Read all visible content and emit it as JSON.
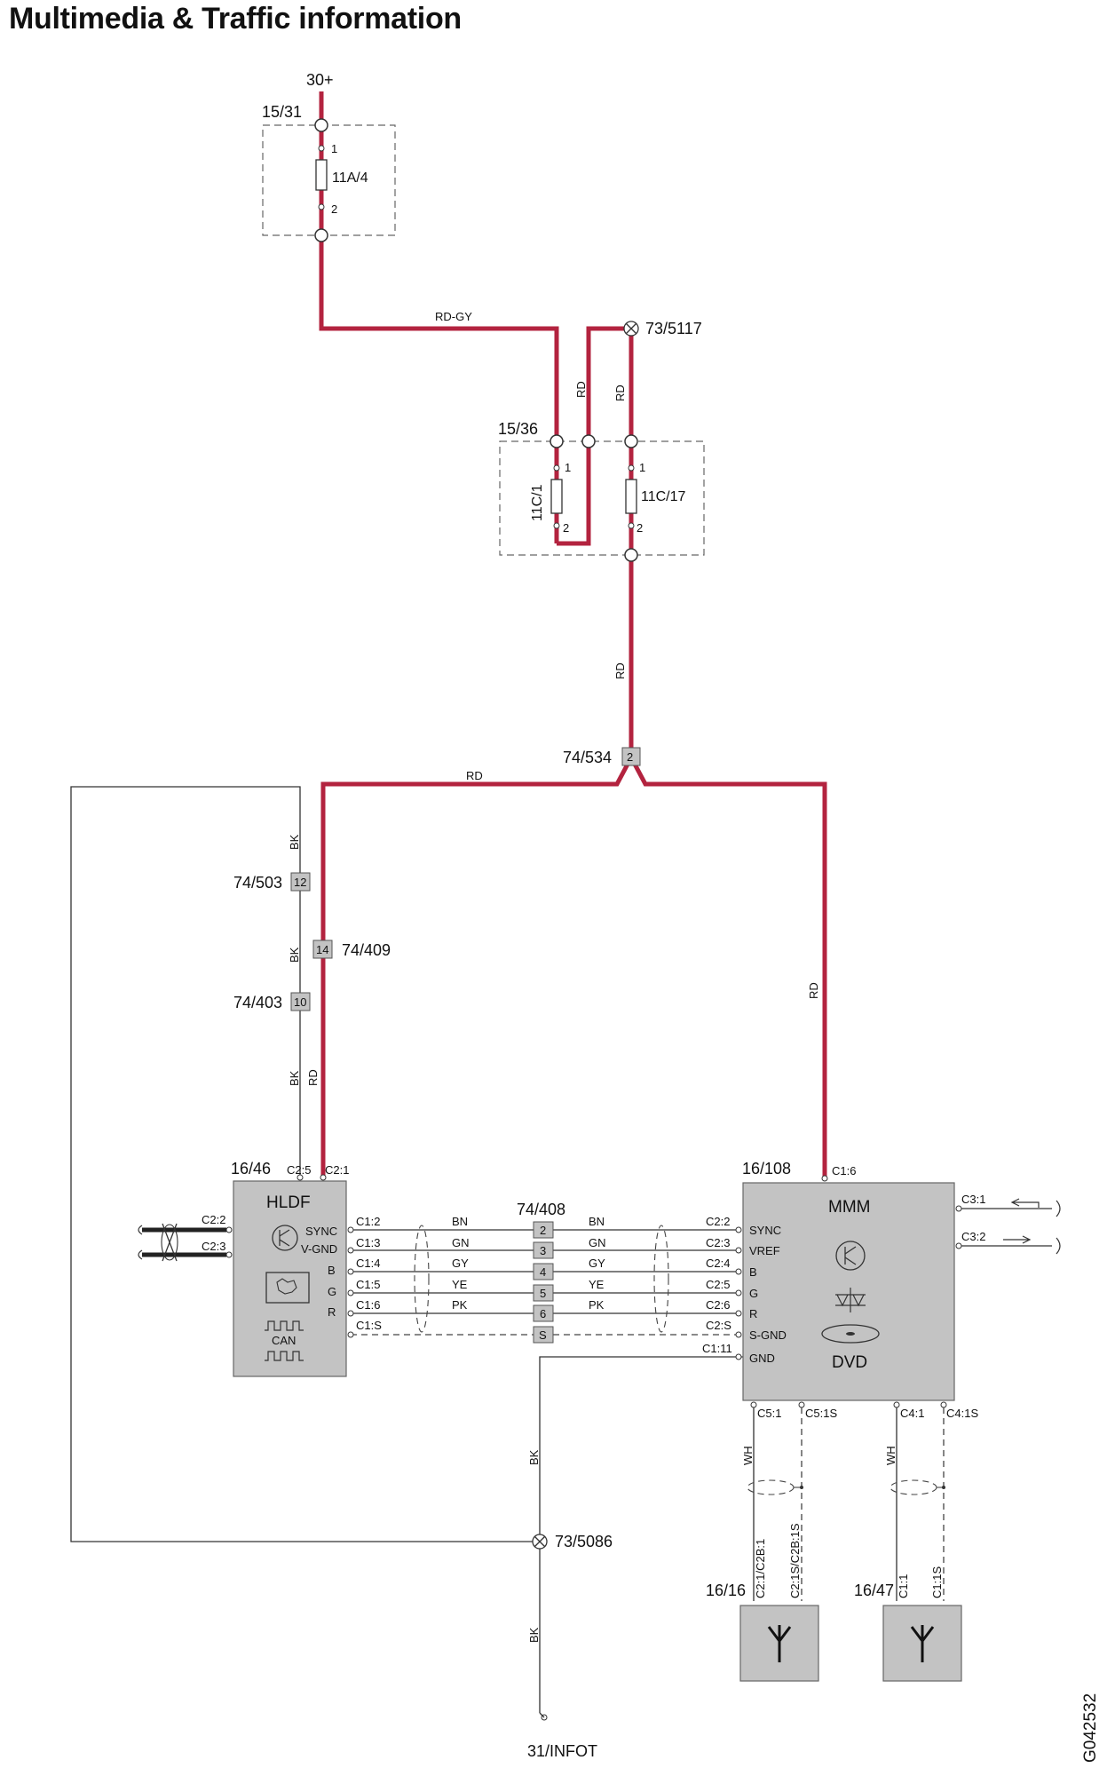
{
  "title": "Multimedia & Traffic information",
  "drawing_code": "G042532",
  "power": {
    "supply": "30+",
    "ground": "31/INFOT"
  },
  "fuse_boxes": [
    {
      "id": "15/31",
      "fuses": [
        {
          "name": "11A/4",
          "pin_top": "1",
          "pin_bottom": "2"
        }
      ]
    },
    {
      "id": "15/36",
      "fuses": [
        {
          "name": "11C/1",
          "pin_top": "1",
          "pin_bottom": "2"
        },
        {
          "name": "11C/17",
          "pin_top": "1",
          "pin_bottom": "2"
        }
      ]
    }
  ],
  "ground_points": [
    "73/5117",
    "73/5086"
  ],
  "connectors": {
    "c74_534": {
      "id": "74/534",
      "pin": "2"
    },
    "c74_503": {
      "id": "74/503",
      "pin": "12"
    },
    "c74_409": {
      "id": "74/409",
      "pin": "14"
    },
    "c74_403": {
      "id": "74/403",
      "pin": "10"
    },
    "c74_408": {
      "id": "74/408",
      "pins": [
        "2",
        "3",
        "4",
        "5",
        "6",
        "S"
      ]
    }
  },
  "wire_colors": {
    "rd_gy": "RD-GY",
    "rd": "RD",
    "bk": "BK",
    "wh": "WH",
    "bn": "BN",
    "gn": "GN",
    "gy": "GY",
    "ye": "YE",
    "pk": "PK"
  },
  "modules": {
    "hldf": {
      "id": "16/46",
      "name": "HLDF",
      "top_pins": [
        "C2:5",
        "C2:1"
      ],
      "left_pins": [
        "C2:2",
        "C2:3"
      ],
      "pin_names": [
        "SYNC",
        "V-GND",
        "B",
        "G",
        "R"
      ],
      "right_pins": [
        "C1:2",
        "C1:3",
        "C1:4",
        "C1:5",
        "C1:6",
        "C1:S"
      ],
      "can_label": "CAN"
    },
    "mmm": {
      "id": "16/108",
      "name": "MMM",
      "top_pin": "C1:6",
      "left_pins": [
        "C2:2",
        "C2:3",
        "C2:4",
        "C2:5",
        "C2:6",
        "C2:S",
        "C1:11"
      ],
      "pin_names": [
        "SYNC",
        "VREF",
        "B",
        "G",
        "R",
        "S-GND",
        "GND"
      ],
      "right_pins": [
        "C3:1",
        "C3:2"
      ],
      "bottom_pins": [
        "C5:1",
        "C5:1S",
        "C4:1",
        "C4:1S"
      ],
      "dvd_label": "DVD"
    },
    "ant1": {
      "id": "16/16",
      "pins": [
        "C2:1/C2B:1",
        "C2:1S/C2B:1S"
      ]
    },
    "ant2": {
      "id": "16/47",
      "pins": [
        "C1:1",
        "C1:1S"
      ]
    }
  },
  "colors": {
    "power_wire": "#b3233f",
    "module_fill": "#c3c3c3",
    "signal_wire": "#333333"
  }
}
